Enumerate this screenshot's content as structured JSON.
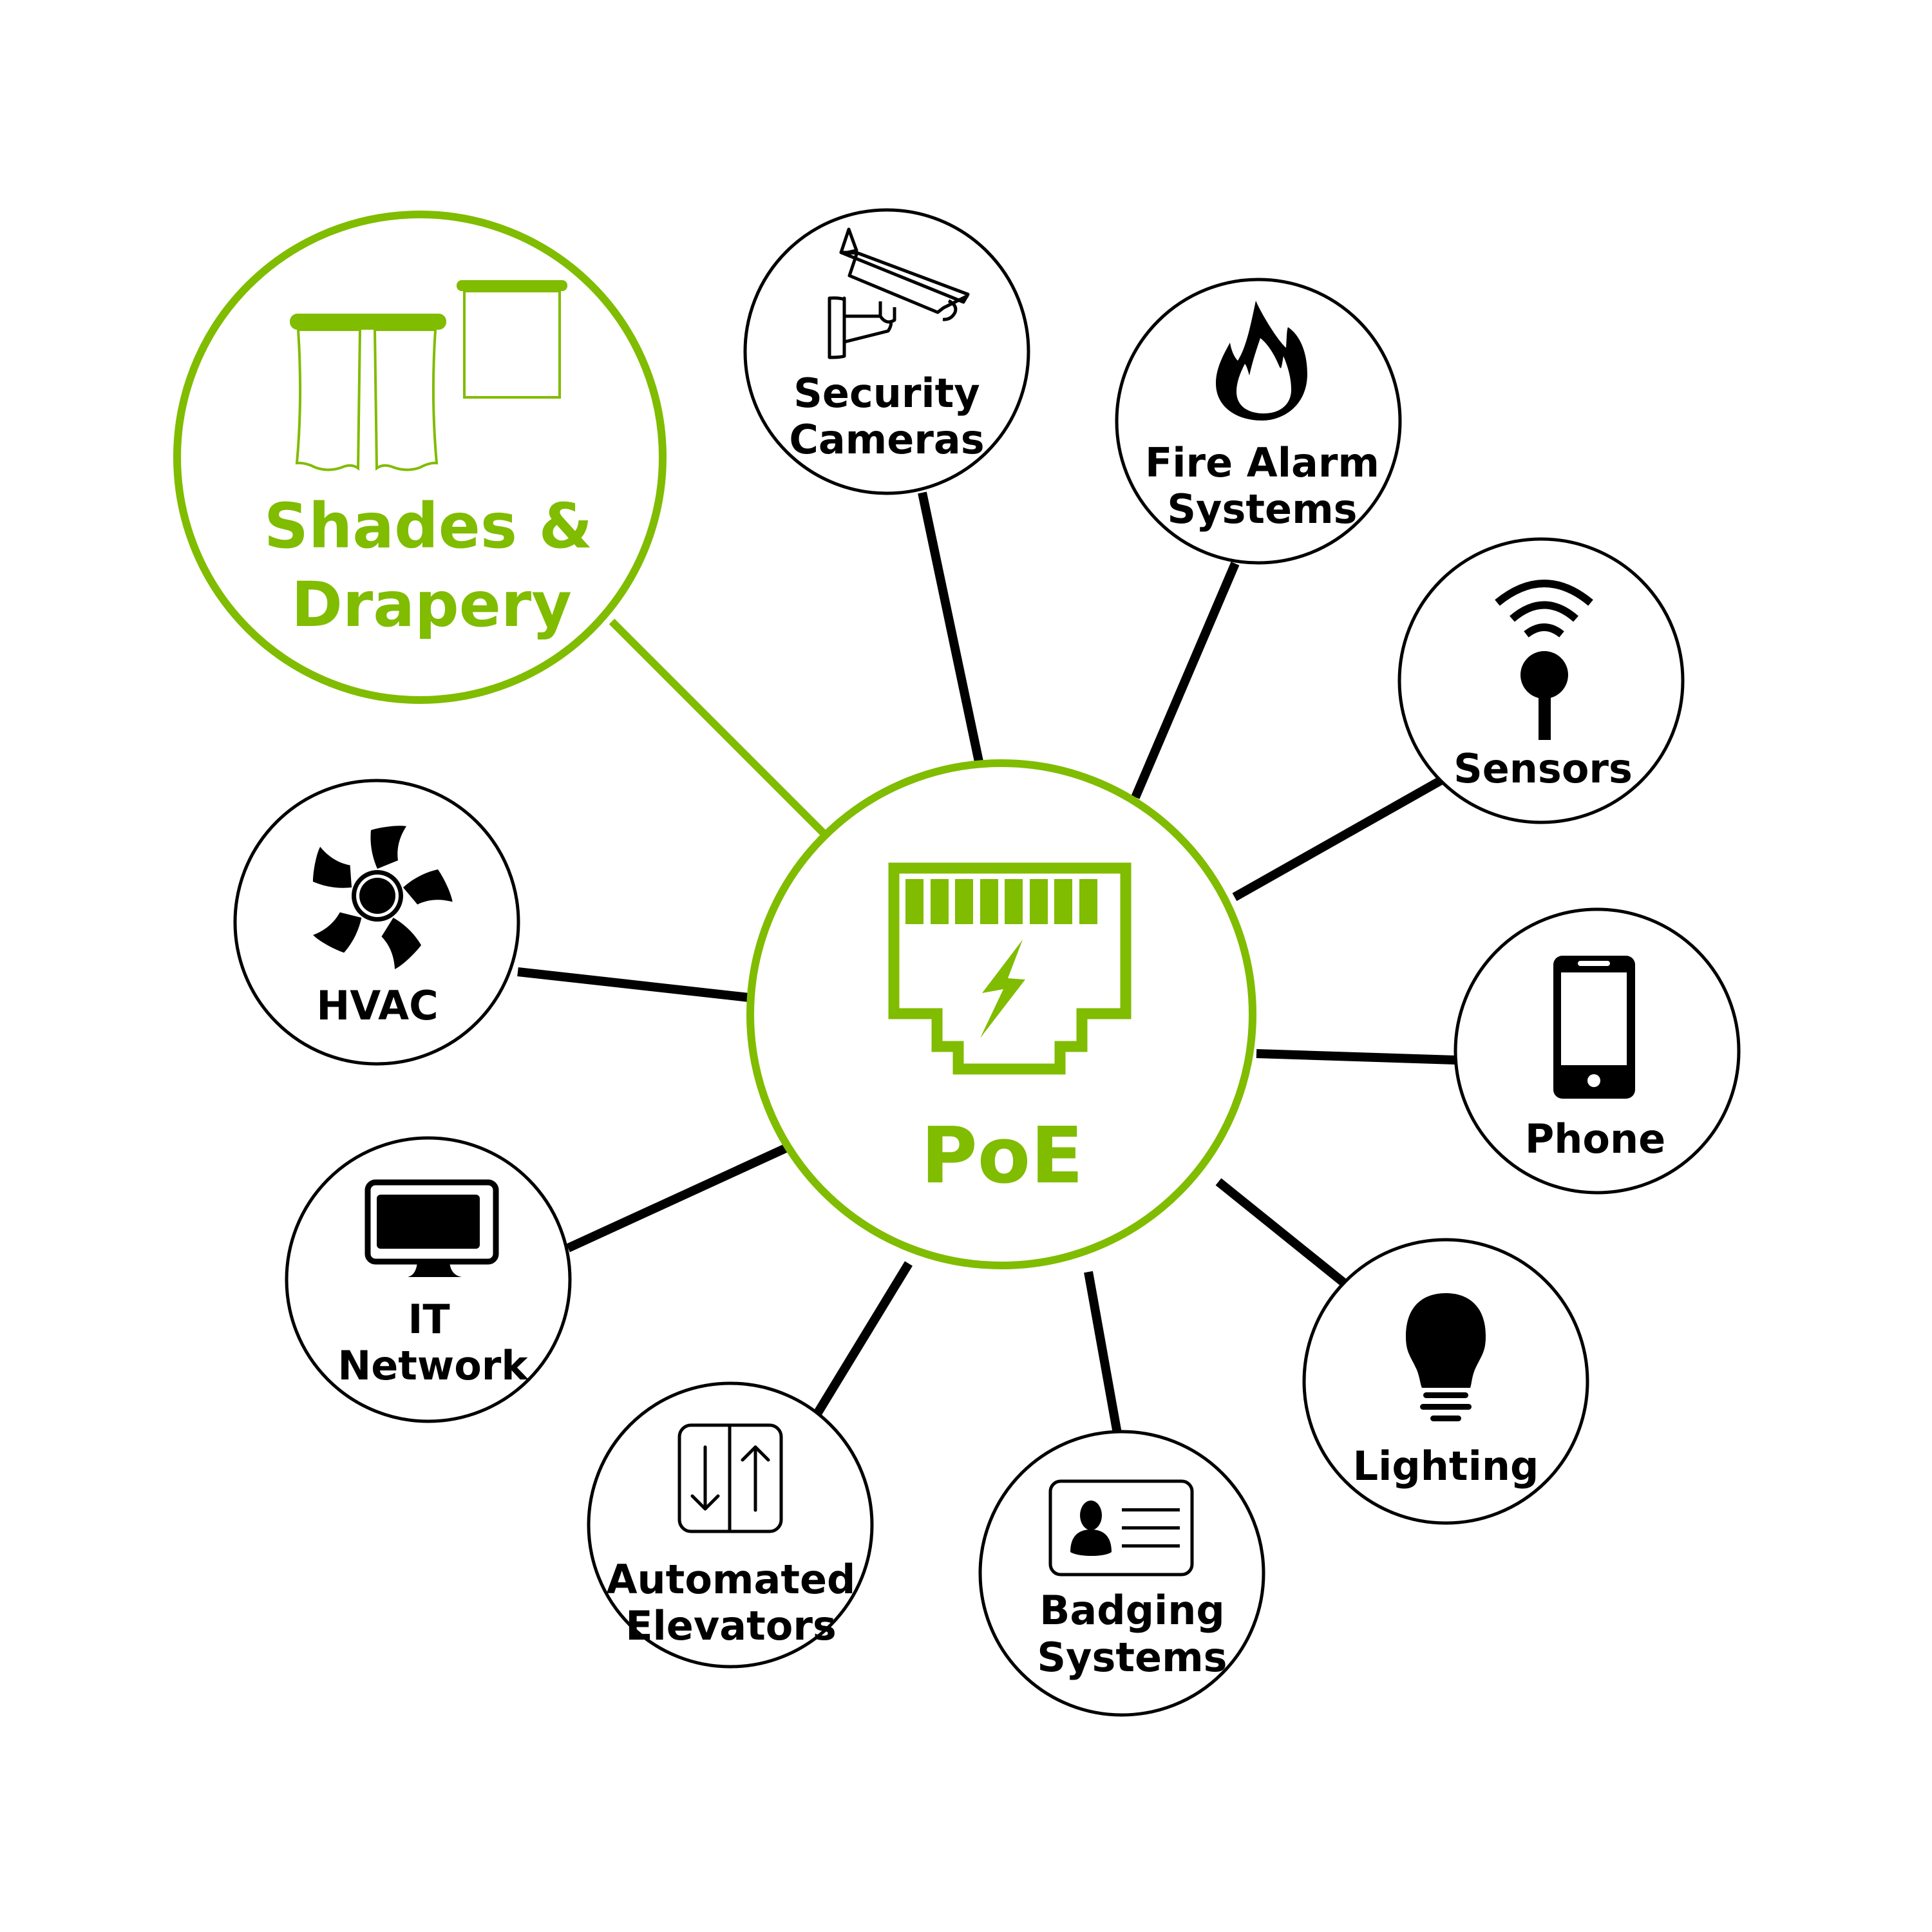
{
  "diagram": {
    "type": "hub-and-spoke",
    "colors": {
      "accent": "#80BC00",
      "line": "#000000",
      "background": "#FFFFFF"
    },
    "hub": {
      "label": "PoE",
      "icon": "ethernet-port-power-icon"
    },
    "highlighted_node": {
      "line1": "Shades &",
      "line2": "Drapery",
      "icon": "curtains-and-roller-shade-icon"
    },
    "nodes": [
      {
        "id": "security",
        "line1": "Security",
        "line2": "Cameras",
        "icon": "security-camera-icon"
      },
      {
        "id": "fire",
        "line1": "Fire Alarm",
        "line2": "Systems",
        "icon": "flame-icon"
      },
      {
        "id": "sensors",
        "line1": "Sensors",
        "line2": "",
        "icon": "wireless-sensor-icon"
      },
      {
        "id": "phone",
        "line1": "Phone",
        "line2": "",
        "icon": "smartphone-icon"
      },
      {
        "id": "lighting",
        "line1": "Lighting",
        "line2": "",
        "icon": "light-bulb-icon"
      },
      {
        "id": "badging",
        "line1": "Badging",
        "line2": "Systems",
        "icon": "id-badge-icon"
      },
      {
        "id": "elevators",
        "line1": "Automated",
        "line2": "Elevators",
        "icon": "elevator-arrows-icon"
      },
      {
        "id": "it",
        "line1": "IT",
        "line2": "Network",
        "icon": "monitor-icon"
      },
      {
        "id": "hvac",
        "line1": "HVAC",
        "line2": "",
        "icon": "fan-icon"
      }
    ]
  }
}
